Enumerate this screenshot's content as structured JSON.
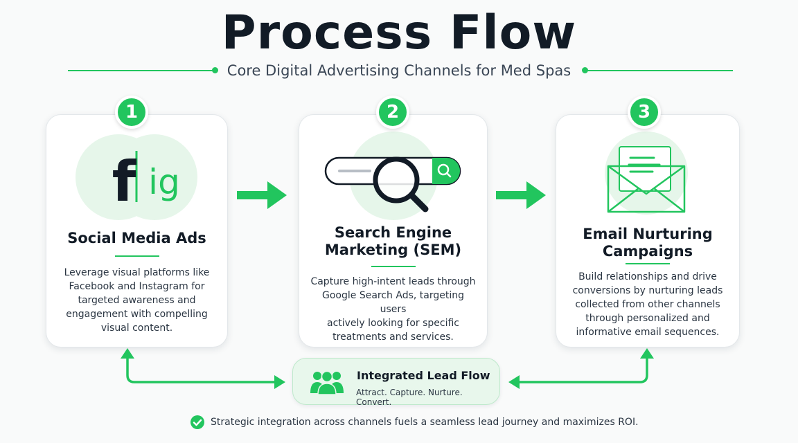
{
  "header": {
    "title": "Process Flow",
    "subtitle": "Core Digital Advertising Channels for Med Spas"
  },
  "steps": [
    {
      "number": "1",
      "icon_text": "f",
      "icon_text_2": "ig",
      "title_lines": [
        "Social Media Ads"
      ],
      "desc_lines": [
        "Leverage visual platforms like",
        "Facebook and Instagram for",
        "targeted awareness and",
        "engagement with compelling",
        "visual content."
      ]
    },
    {
      "number": "2",
      "title_lines": [
        "Search Engine",
        "Marketing (SEM)"
      ],
      "desc_lines": [
        "Capture high-intent leads through",
        "Google Search Ads, targeting users",
        "actively looking for specific",
        "treatments and services."
      ]
    },
    {
      "number": "3",
      "title_lines": [
        "Email Nurturing",
        "Campaigns"
      ],
      "desc_lines": [
        "Build relationships and drive",
        "conversions by nurturing leads",
        "collected from other channels",
        "through personalized and",
        "informative email sequences."
      ]
    }
  ],
  "lead_flow": {
    "title": "Integrated Lead Flow",
    "subtitle": "Attract. Capture. Nurture. Convert."
  },
  "footer": {
    "text": "Strategic integration across channels fuels a seamless lead journey and maximizes ROI."
  },
  "colors": {
    "accent": "#22c55e",
    "accent_light": "#e8f7ec",
    "dark": "#121b26"
  },
  "icons": {
    "step1": "facebook-instagram-icon",
    "step2": "search-magnifier-icon",
    "step3": "envelope-icon",
    "lead_flow": "people-group-icon",
    "footer": "check-circle-icon"
  }
}
